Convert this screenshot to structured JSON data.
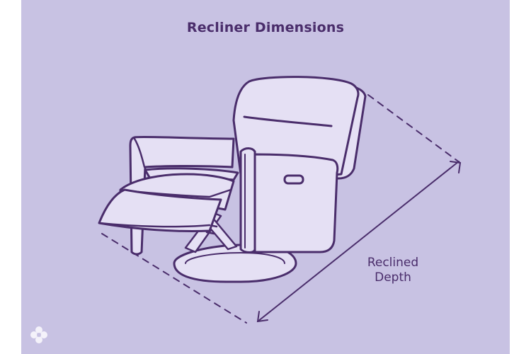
{
  "diagram": {
    "title": "Recliner Dimensions",
    "dimension_label": {
      "line1": "Reclined",
      "line2": "Depth"
    },
    "logo_icon": "flower-logo-icon"
  },
  "colors": {
    "background": "#c8c2e3",
    "ink": "#4a2d6b",
    "chair_fill": "#e5e0f4",
    "label_text": "#4a2d6b",
    "page_margin": "#ffffff"
  }
}
